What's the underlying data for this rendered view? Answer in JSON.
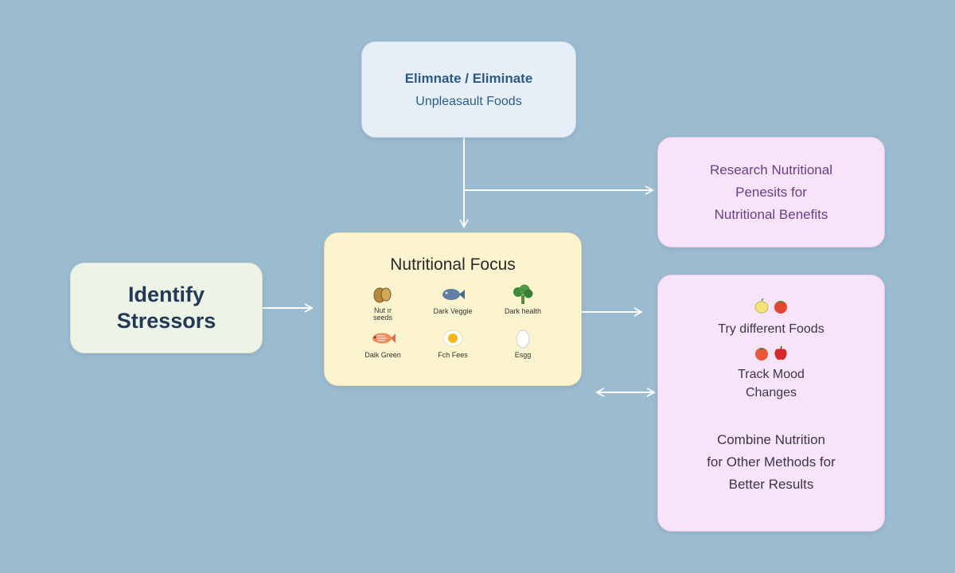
{
  "colors": {
    "background": "#9bbbd0",
    "arrow": "#ffffff",
    "eliminate_box": "#e6eff8",
    "identify_box": "#edf3e6",
    "focus_box": "#fbf4cf",
    "research_box": "#f8e4f8",
    "actions_box": "#f8e4f8"
  },
  "eliminate": {
    "title": "Elimnate / Eliminate",
    "subtitle": "Unpleasault Foods"
  },
  "identify": {
    "title": "Identify\nStressors"
  },
  "focus": {
    "title": "Nutritional Focus",
    "foods": [
      {
        "label": "Nut ır\nseeds",
        "icon": "nuts-icon"
      },
      {
        "label": "Dark Veggie",
        "icon": "fish-dark-icon"
      },
      {
        "label": "Dark health",
        "icon": "broccoli-icon"
      },
      {
        "label": "Daik Green",
        "icon": "salmon-icon"
      },
      {
        "label": "Fch Fees",
        "icon": "egg-fried-icon"
      },
      {
        "label": "Esgg",
        "icon": "egg-icon"
      }
    ]
  },
  "research": {
    "lines": [
      "Research Nutritional",
      "Penesits for",
      "Nutritional Benefits"
    ]
  },
  "actions": {
    "try_foods": "Try different Foods",
    "track_mood": "Track Mood\nChanges",
    "combine": "Combine Nutrition\nfor Other Methods for\nBetter Results",
    "try_icons": [
      "lemon-icon",
      "tomato-icon"
    ],
    "track_icons": [
      "tomato-icon",
      "apple-icon"
    ]
  }
}
